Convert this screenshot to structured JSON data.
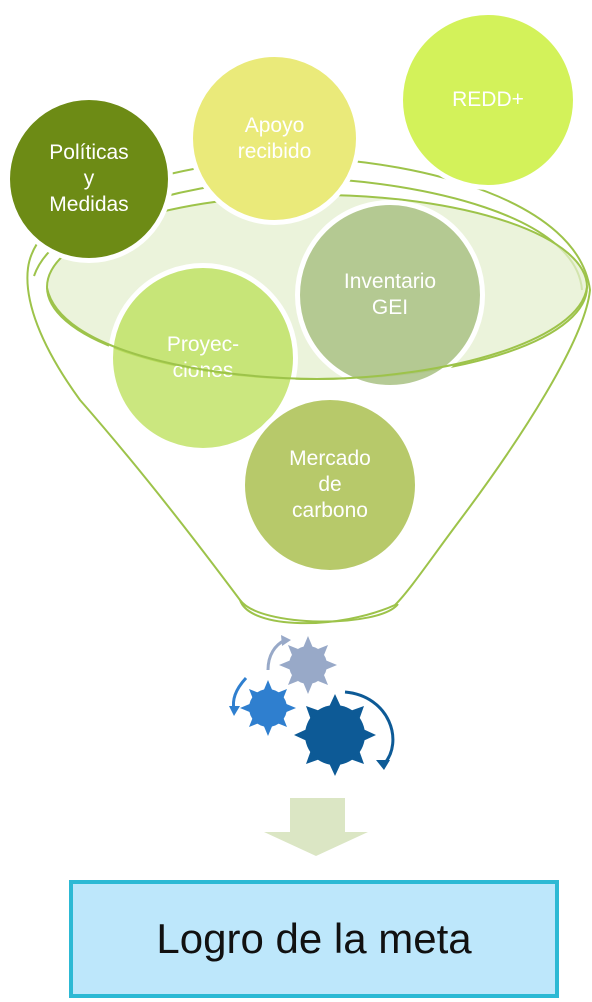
{
  "diagram": {
    "bubbles": {
      "politicas": "Políticas\ny\nMedidas",
      "apoyo": "Apoyo\nrecibido",
      "redd": "REDD+",
      "proyecciones": "Proyec-\nciones",
      "inventario": "Inventario\nGEI",
      "mercado": "Mercado\nde\ncarbono"
    },
    "result": "Logro de la meta",
    "icons": [
      "funnel-icon",
      "gears-icon",
      "down-arrow-icon"
    ],
    "colors": {
      "funnel_stroke": "#9dc34a",
      "funnel_fill": "#e4efcf",
      "politicas": "#6d8b15",
      "apoyo": "#eaea7a",
      "redd": "#d3f25a",
      "proyecciones": "#bee15f",
      "inventario": "#afc68c",
      "mercado": "#b7c96a",
      "gear_light": "#98a9c8",
      "gear_mid": "#2f7fcf",
      "gear_dark": "#0d5a96",
      "arrow": "#dbe6c4",
      "goal_fill": "#bde7fb",
      "goal_border": "#2cb9d4"
    }
  }
}
